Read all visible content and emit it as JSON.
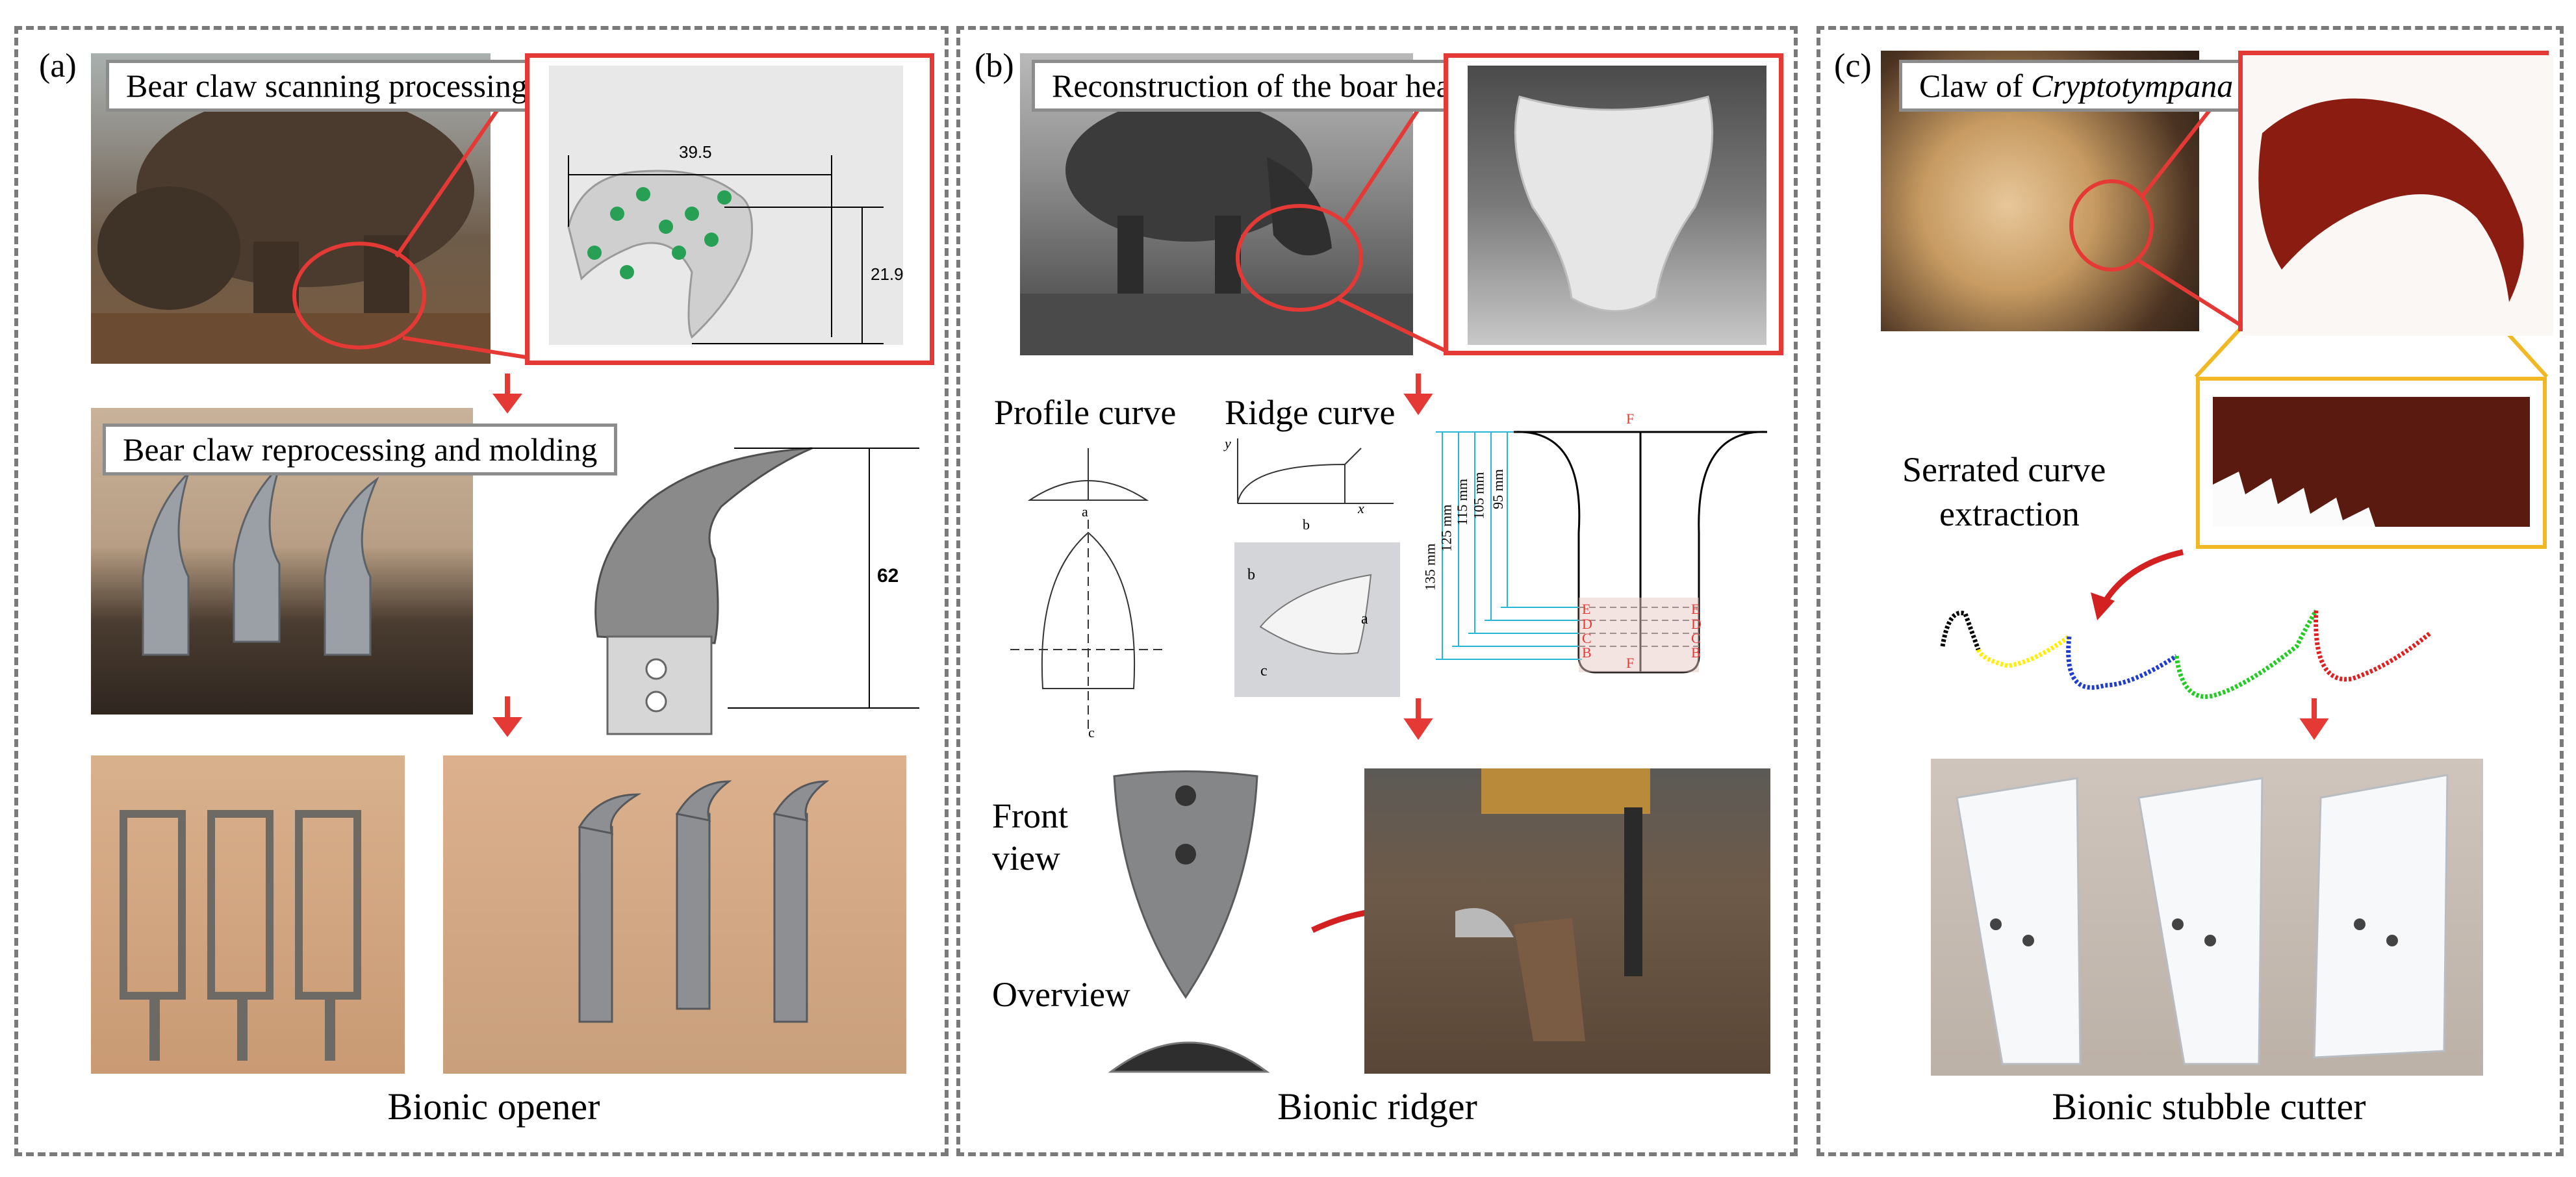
{
  "panels": [
    {
      "label": "(a)",
      "title1": "Bear claw scanning processing",
      "dim_width": "39.5",
      "dim_height": "21.9",
      "title2": "Bear claw reprocessing and molding",
      "dim_total": "62",
      "caption": "Bionic opener"
    },
    {
      "label": "(b)",
      "title1": "Reconstruction of the boar head",
      "profile_label": "Profile curve",
      "ridge_label": "Ridge curve",
      "profile_letters": [
        "a",
        "c"
      ],
      "ridge_letters": [
        "y",
        "b",
        "x"
      ],
      "model_letters": [
        "b",
        "a",
        "c"
      ],
      "section_top_letter": "F",
      "section_bottom_letter": "F",
      "section_dims": [
        "135 mm",
        "125 mm",
        "115 mm",
        "105 mm",
        "95 mm"
      ],
      "section_letters_left": [
        "E",
        "D",
        "C",
        "B"
      ],
      "section_letters_right": [
        "E",
        "D",
        "C",
        "B"
      ],
      "front_view": [
        "Front",
        "view"
      ],
      "overview": "Overview",
      "caption": "Bionic ridger"
    },
    {
      "label": "(c)",
      "title_prefix": "Claw of ",
      "title_species": "Cryptotympana atrata nymph",
      "extraction": [
        "Serrated curve",
        "extraction"
      ],
      "caption": "Bionic stubble cutter"
    }
  ],
  "colors": {
    "highlight_red": "#e53935",
    "zoom_yellow": "#f2b824",
    "dimension_cyan": "#29b6d6",
    "curve_series": [
      "#000000",
      "#ffee00",
      "#1e3ccf",
      "#22cc22",
      "#e02020"
    ]
  }
}
